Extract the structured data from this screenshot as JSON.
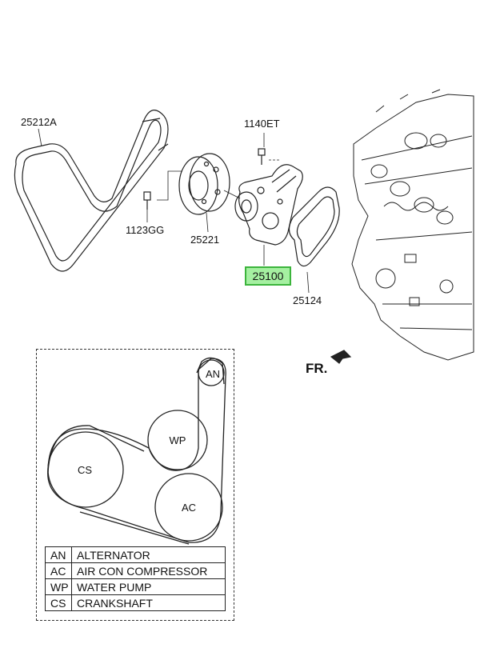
{
  "parts": {
    "belt": "25212A",
    "idler_bolt": "1123GG",
    "pulley": "25221",
    "bolt": "1140ET",
    "water_pump": "25100",
    "gasket": "25124"
  },
  "direction": "FR.",
  "pulleys": {
    "an": "AN",
    "wp": "WP",
    "cs": "CS",
    "ac": "AC"
  },
  "legend": [
    {
      "code": "AN",
      "name": "ALTERNATOR"
    },
    {
      "code": "AC",
      "name": "AIR CON COMPRESSOR"
    },
    {
      "code": "WP",
      "name": "WATER PUMP"
    },
    {
      "code": "CS",
      "name": "CRANKSHAFT"
    }
  ],
  "colors": {
    "highlight_fill": "#a5f0a1",
    "highlight_border": "#3cb43c",
    "line": "#222222"
  }
}
